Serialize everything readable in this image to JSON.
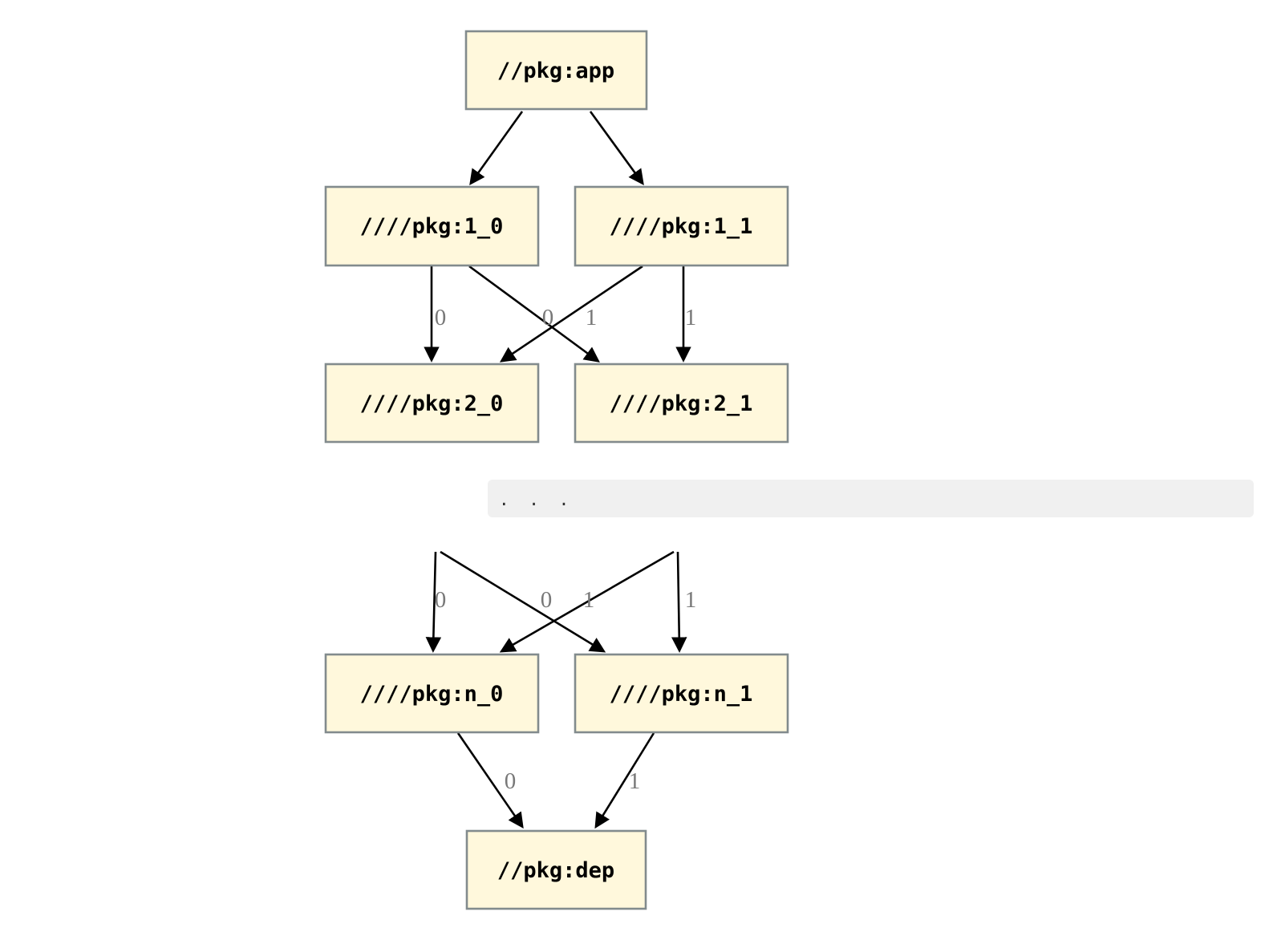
{
  "colors": {
    "background": "#ffffff",
    "node_fill": "#fff8dc",
    "node_border": "#828b8d",
    "node_text": "#000000",
    "edge": "#000000",
    "edge_label": "#787878",
    "code_block_bg": "#f0f0f0",
    "code_block_text": "#2e2e2e"
  },
  "graph": {
    "nodes": [
      {
        "id": "app",
        "label": "//pkg:app"
      },
      {
        "id": "1_0",
        "label": "////pkg:1_0"
      },
      {
        "id": "1_1",
        "label": "////pkg:1_1"
      },
      {
        "id": "2_0",
        "label": "////pkg:2_0"
      },
      {
        "id": "2_1",
        "label": "////pkg:2_1"
      },
      {
        "id": "n_0",
        "label": "////pkg:n_0"
      },
      {
        "id": "n_1",
        "label": "////pkg:n_1"
      },
      {
        "id": "dep",
        "label": "//pkg:dep"
      }
    ],
    "edges": [
      {
        "from": "app",
        "to": "1_0",
        "label": ""
      },
      {
        "from": "app",
        "to": "1_1",
        "label": ""
      },
      {
        "from": "1_0",
        "to": "2_0",
        "label": "0"
      },
      {
        "from": "1_1",
        "to": "2_0",
        "label": "0"
      },
      {
        "from": "1_0",
        "to": "2_1",
        "label": "1"
      },
      {
        "from": "1_1",
        "to": "2_1",
        "label": "1"
      },
      {
        "from": "…",
        "to": "n_0",
        "label": "0"
      },
      {
        "from": "…",
        "to": "n_0",
        "label": "0"
      },
      {
        "from": "…",
        "to": "n_1",
        "label": "1"
      },
      {
        "from": "…",
        "to": "n_1",
        "label": "1"
      },
      {
        "from": "n_0",
        "to": "dep",
        "label": "0"
      },
      {
        "from": "n_1",
        "to": "dep",
        "label": "1"
      }
    ]
  },
  "ellipsis_block": {
    "text": ". . ."
  }
}
